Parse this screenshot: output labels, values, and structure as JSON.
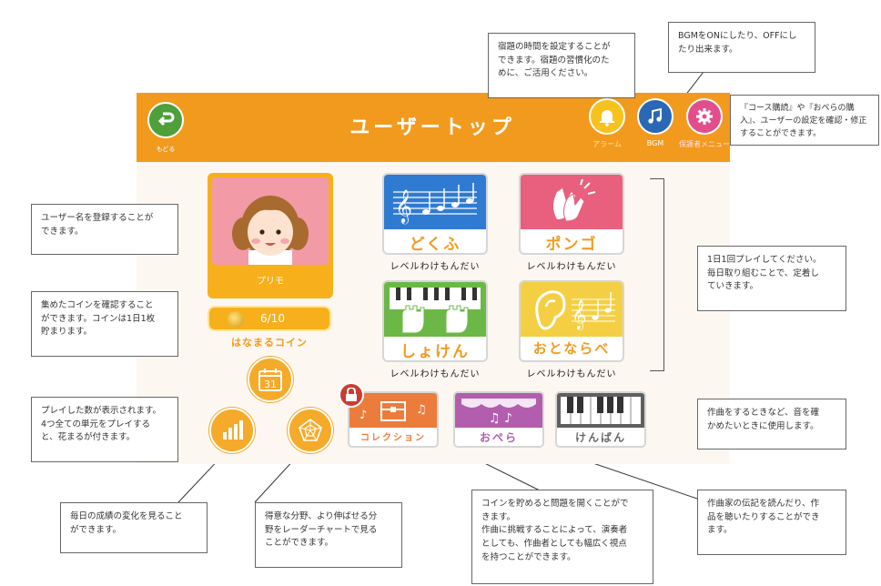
{
  "header": {
    "back_label": "もどる",
    "title": "ユーザートップ",
    "alarm_label": "アラーム",
    "bgm_label": "BGM",
    "settings_label": "保護者メニュー"
  },
  "user": {
    "name": "プリモ",
    "coins": "6/10",
    "coin_label": "はなまるコイン",
    "calendar_day": "31"
  },
  "games": {
    "dokufu": {
      "label": "どくふ",
      "sub": "レベルわけもんだい"
    },
    "pongo": {
      "label": "ポンゴ",
      "sub": "レベルわけもんだい"
    },
    "shoken": {
      "label": "しょけん",
      "sub": "レベルわけもんだい"
    },
    "otonarabe": {
      "label": "おとならべ",
      "sub": "レベルわけもんだい"
    }
  },
  "extras": {
    "collection": "コレクション",
    "opera": "おぺら",
    "kenban": "けんばん"
  },
  "callouts": {
    "alarm": "宿題の時間を設定することが\nできます。宿題の習慣化のた\nめに、ご活用ください。",
    "bgm": "BGMをONにしたり、OFFにし\nたり出来ます。",
    "settings": "『コース購読』や『おぺらの購\n入』、ユーザーの設定を確認・修正\nすることができます。",
    "username": "ユーザー名を登録することが\nできます。",
    "coins": "集めたコインを確認すること\nができます。コインは1日1枚\n貯まります。",
    "calendar": "プレイした数が表示されます。\n4つ全ての単元をプレイする\nと、花まるが付きます。",
    "stats": "毎日の成績の変化を見ること\nができます。",
    "radar": "得意な分野、より伸ばせる分\n野をレーダーチャートで見る\nことができます。",
    "collection": "コインを貯めると問題を開くことがで\nきます。\n作曲に挑戦することによって、演奏者\nとしても、作曲者としても幅広く視点\nを持つことができます。",
    "daily": "1日1回プレイしてください。\n毎日取り組むことで、定着し\nていきます。",
    "kenban": "作曲をするときなど、音を確\nかめたいときに使用します。",
    "opera": "作曲家の伝記を読んだり、作\n品を聴いたりすることができ\nます。"
  },
  "colors": {
    "header": "#f29a1e",
    "background": "#fdf7f1",
    "back_button": "#4f9f3a",
    "alarm": "#f8c21c",
    "bgm": "#2a67b6",
    "settings": "#e24e8c"
  },
  "icons": [
    "back-arrow-icon",
    "bell-icon",
    "music-note-icon",
    "gear-icon",
    "coin-icon",
    "calendar-icon",
    "bar-chart-icon",
    "radar-chart-icon",
    "lock-icon",
    "treble-clef-icon",
    "clapping-hands-icon",
    "piano-hands-icon",
    "ear-icon",
    "treasure-chest-icon",
    "stage-icon",
    "piano-keys-icon"
  ]
}
